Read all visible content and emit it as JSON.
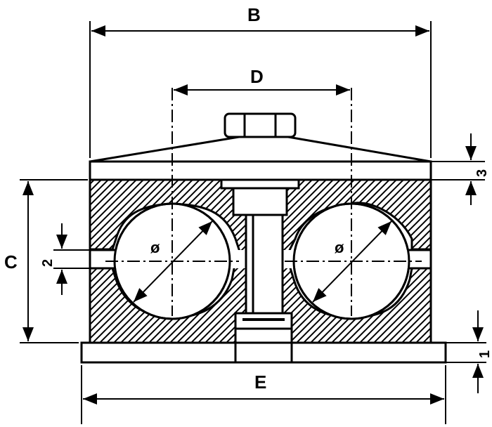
{
  "dimensions": {
    "b": "B",
    "d": "D",
    "c": "C",
    "e": "E",
    "slot_gap": "2",
    "plate_thickness": "3",
    "base_thickness": "1"
  },
  "diameter_symbols": {
    "left": "ø",
    "right": "ø"
  }
}
